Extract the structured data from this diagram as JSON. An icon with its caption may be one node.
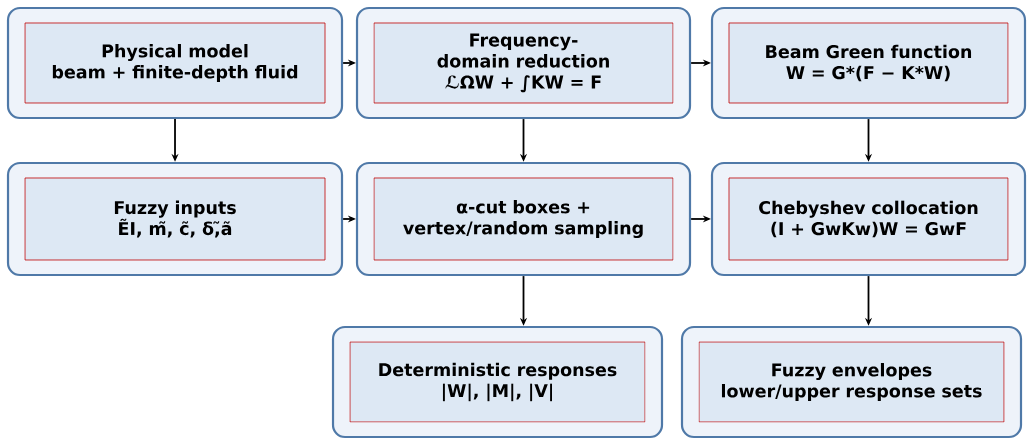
{
  "diagram": {
    "nodes": [
      {
        "text": [
          "Physical model",
          "beam + finite-depth fluid"
        ]
      },
      {
        "text": [
          "Frequency-domain reduction",
          "ℒΩW + ∫KW = F"
        ]
      },
      {
        "text": [
          "Beam Green function",
          "W = G*(F − K*W)"
        ]
      },
      {
        "text": [
          "Fuzzy inputs",
          "ẼI, m̃, c̃, δ,̃ã"
        ]
      },
      {
        "text": [
          "α-cut boxes + vertex/random sampling"
        ]
      },
      {
        "text": [
          "Chebyshev collocation",
          "(I + GwKw)W = GwF"
        ]
      },
      {
        "text": [
          "Deterministic responses",
          "|W|, |M|, |V|"
        ]
      },
      {
        "text": [
          "Fuzzy envelopes",
          "lower/upper response sets"
        ]
      }
    ],
    "edges": [
      {
        "from": 0,
        "to": 1,
        "arrow": "to"
      },
      {
        "from": 1,
        "to": 2,
        "arrow": "to"
      },
      {
        "from": 0,
        "to": 3,
        "arrow": "to"
      },
      {
        "from": 1,
        "to": 4,
        "arrow": "to"
      },
      {
        "from": 2,
        "to": 5,
        "arrow": "to"
      },
      {
        "from": 3,
        "to": 4,
        "arrow": "to"
      },
      {
        "from": 4,
        "to": 5,
        "arrow": "to"
      },
      {
        "from": 4,
        "to": 6,
        "arrow": "to"
      },
      {
        "from": 5,
        "to": 7,
        "arrow": "to"
      }
    ]
  }
}
